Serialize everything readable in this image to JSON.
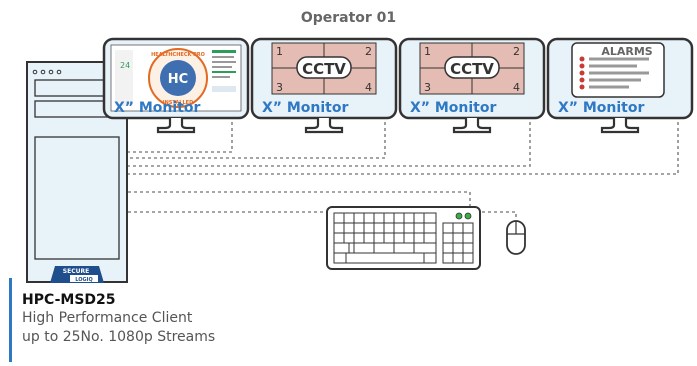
{
  "operator": {
    "label": "Operator 01"
  },
  "workstation": {
    "model": "HPC-MSD25",
    "line1": "High Performance Client",
    "line2": "up to 25No. 1080p Streams",
    "logo_text_top": "SECURE",
    "logo_text_bottom": "LOGIQ"
  },
  "monitors": [
    {
      "label": "X” Monitor",
      "type": "healthcheck",
      "stamp_text_top": "HEALTHCHECK PRO",
      "stamp_text_bottom": "INSTALLED",
      "stamp_center": "HC",
      "small_text": "24"
    },
    {
      "label": "X” Monitor",
      "type": "cctv",
      "center_text": "CCTV",
      "quads": [
        "1",
        "2",
        "3",
        "4"
      ]
    },
    {
      "label": "X” Monitor",
      "type": "cctv",
      "center_text": "CCTV",
      "quads": [
        "1",
        "2",
        "3",
        "4"
      ]
    },
    {
      "label": "X” Monitor",
      "type": "alarms",
      "title": "ALARMS"
    }
  ],
  "peripherals": [
    "keyboard-icon",
    "mouse-icon"
  ],
  "colors": {
    "accent_blue": "#2f78c4",
    "screen_fill": "#e8f3f9",
    "cctv_fill": "#e4bcb3",
    "outline": "#333333",
    "dashed": "#888888"
  }
}
